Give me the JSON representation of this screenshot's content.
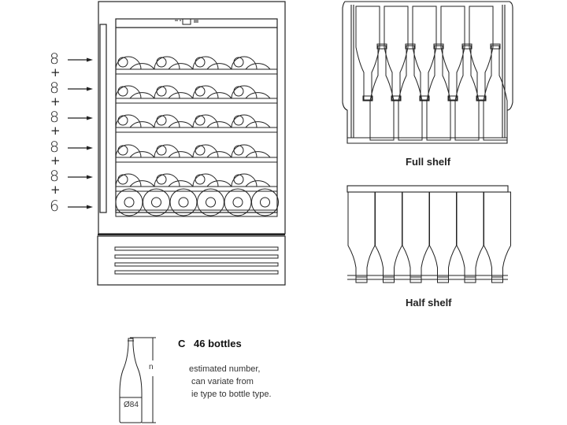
{
  "figure": {
    "type": "wine-cooler-capacity-diagram",
    "shelf_counts": [
      "8",
      "8",
      "8",
      "8",
      "8",
      "6"
    ],
    "plus_sign": "+",
    "full_shelf_caption": "Full shelf",
    "half_shelf_caption": "Half shelf",
    "capacity_title_prefix": "C",
    "capacity_title": "46 bottles",
    "note_lines": [
      "estimated number,",
      "can variate from",
      "ie type to bottle type."
    ],
    "bottle_diameter_label": "Ø84",
    "bottle_height_label": "n"
  },
  "colors": {
    "line": "#222222",
    "background": "#ffffff"
  }
}
